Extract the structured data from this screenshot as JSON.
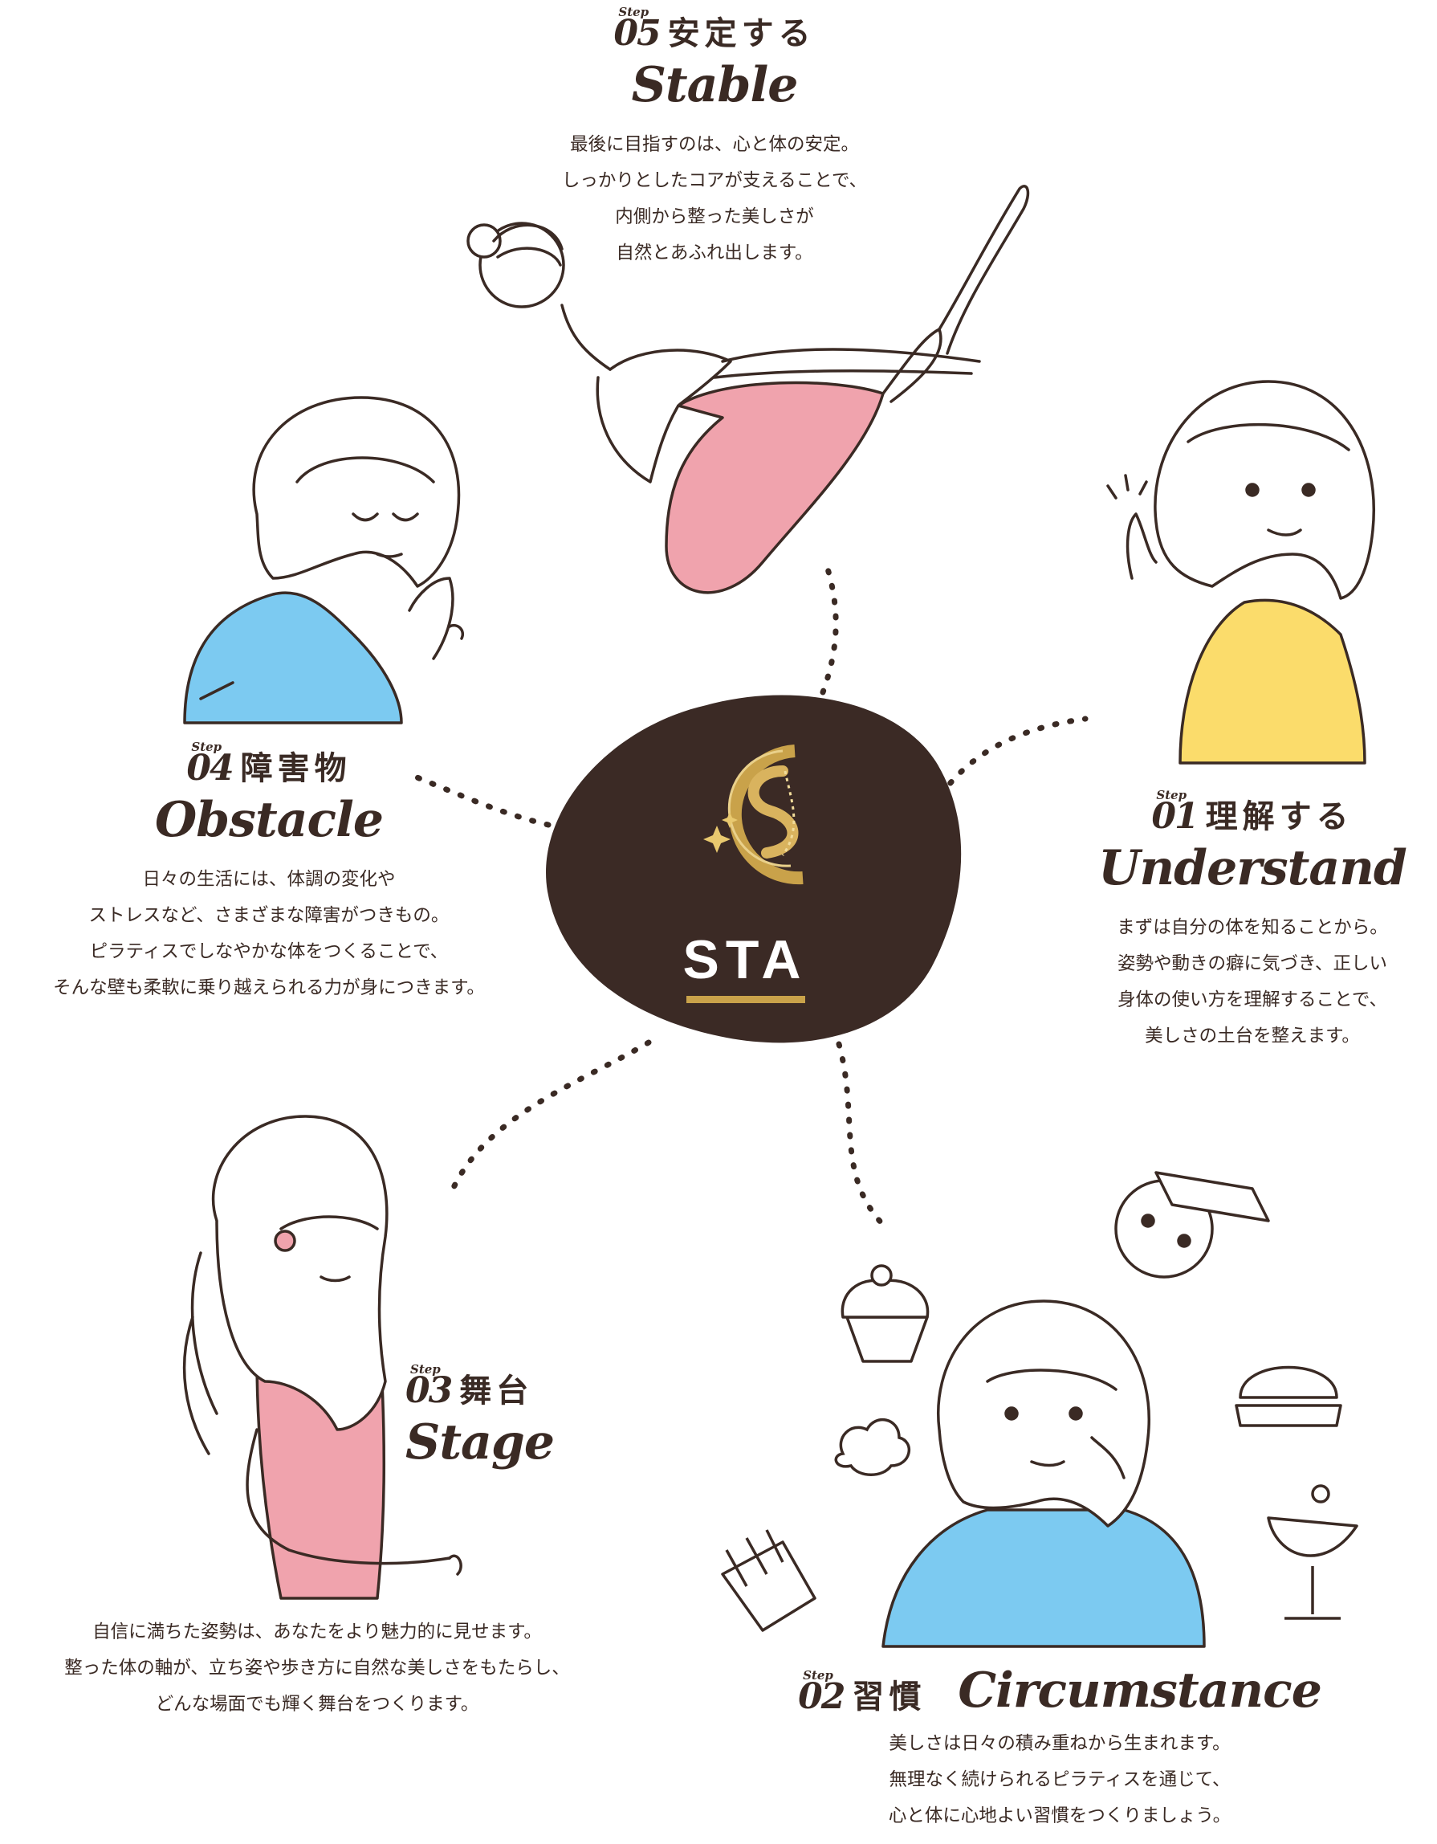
{
  "step_label": "Step",
  "hub": {
    "label": "STA"
  },
  "steps": {
    "s05": {
      "num": "05",
      "jp": "安定する",
      "en": "Stable",
      "desc": [
        "最後に目指すのは、心と体の安定。",
        "しっかりとしたコアが支えることで、",
        "内側から整った美しさが",
        "自然とあふれ出します。"
      ]
    },
    "s04": {
      "num": "04",
      "jp": "障害物",
      "en": "Obstacle",
      "desc": [
        "日々の生活には、体調の変化や",
        "ストレスなど、さまざまな障害がつきもの。",
        "ピラティスでしなやかな体をつくることで、",
        "そんな壁も柔軟に乗り越えられる力が身につきます。"
      ]
    },
    "s01": {
      "num": "01",
      "jp": "理解する",
      "en": "Understand",
      "desc": [
        "まずは自分の体を知ることから。",
        "姿勢や動きの癖に気づき、正しい",
        "身体の使い方を理解することで、",
        "美しさの土台を整えます。"
      ]
    },
    "s03": {
      "num": "03",
      "jp": "舞台",
      "en": "Stage",
      "desc": [
        "自信に満ちた姿勢は、あなたをより魅力的に見せます。",
        "整った体の軸が、立ち姿や歩き方に自然な美しさをもたらし、",
        "どんな場面でも輝く舞台をつくります。"
      ]
    },
    "s02": {
      "num": "02",
      "jp": "習慣",
      "en": "Circumstance",
      "desc": [
        "美しさは日々の積み重ねから生まれます。",
        "無理なく続けられるピラティスを通じて、",
        "心と体に心地よい習慣をつくりましょう。"
      ]
    }
  },
  "colors": {
    "ink": "#3a2a24",
    "hub": "#3b2a25",
    "gold": "#c9a24a",
    "pink": "#f0a3ad",
    "blue": "#7ccaf1",
    "yellow": "#fbdc6b"
  }
}
